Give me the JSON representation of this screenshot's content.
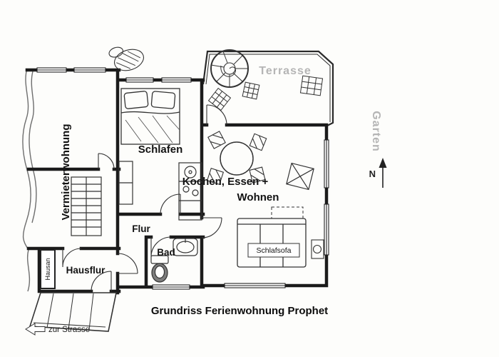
{
  "title": "Grundriss Ferienwohnung Prophet",
  "rooms": {
    "vermieterwohnung": "Vermieterwohnung",
    "schlafen": "Schlafen",
    "wohnbereich_line1": "Kochen, Essen +",
    "wohnbereich_line2": "Wohnen",
    "flur": "Flur",
    "bad": "Bad",
    "hausflur": "Hausflur",
    "hausan": "Hausan",
    "schlafsofa": "Schlafsofa"
  },
  "outdoor": {
    "terrasse": "Terrasse",
    "garten": "Garten"
  },
  "compass": {
    "north": "N"
  },
  "street": {
    "label": "zur Strasse"
  },
  "colors": {
    "wall": "#1b1b1b",
    "outdoor_label": "#b5b5b5",
    "paper": "#fdfdfb"
  }
}
